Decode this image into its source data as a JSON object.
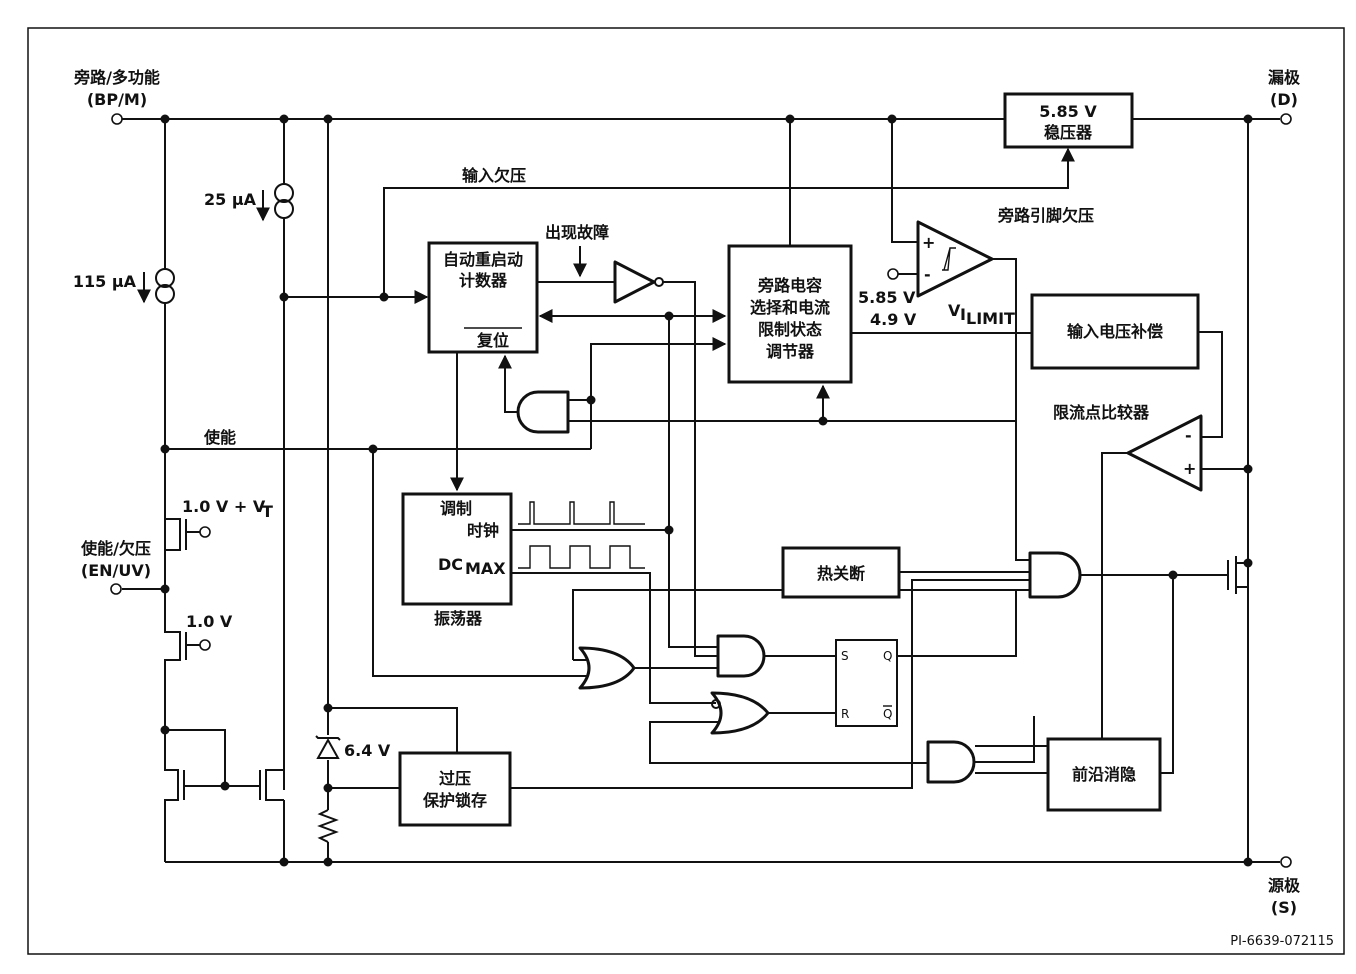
{
  "terminals": {
    "bp_m": [
      "旁路/多功能",
      "(BP/M)"
    ],
    "drain": [
      "漏极",
      "(D)"
    ],
    "en_uv": [
      "使能/欠压",
      "(EN/UV)"
    ],
    "source": [
      "源极",
      "(S)"
    ]
  },
  "blocks": {
    "regulator": [
      "5.85 V",
      "稳压器"
    ],
    "auto_restart": [
      "自动重启动",
      "计数器"
    ],
    "reset": "复位",
    "bypass_select": [
      "旁路电容",
      "选择和电流",
      "限制状态",
      "调节器"
    ],
    "input_voltage_comp": "输入电压补偿",
    "oscillator_top": "调制",
    "oscillator_clock": "时钟",
    "oscillator_dc": "DC",
    "oscillator_dc_sub": "MAX",
    "oscillator_name": "振荡器",
    "thermal_shutdown": "热关断",
    "leading_edge": "前沿消隐",
    "overvoltage_latch": [
      "过压",
      "保护锁存"
    ]
  },
  "labels": {
    "input_uv": "输入欠压",
    "fault": "出现故障",
    "bp_pin_uv": "旁路引脚欠压",
    "bp_thresh_high": "5.85 V",
    "bp_thresh_low": "4.9 V",
    "v_ilimit_main": "V",
    "v_ilimit_sub1": "I",
    "v_ilimit_sub2": "LIMIT",
    "current_limit_comp": "限流点比较器",
    "enable": "使能",
    "i_25": "25 μA",
    "i_115": "115 μA",
    "v_en_high": "1.0 V + V",
    "v_en_high_sub": "T",
    "v_en_low": "1.0 V",
    "zener": "6.4 V",
    "ff_s": "S",
    "ff_r": "R",
    "ff_q": "Q",
    "ff_qbar": "Q",
    "comp_plus": "+",
    "comp_minus": "-",
    "uvcomp_plus": "+",
    "uvcomp_minus": "-"
  },
  "footer": {
    "ref": "PI-6639-072115"
  }
}
